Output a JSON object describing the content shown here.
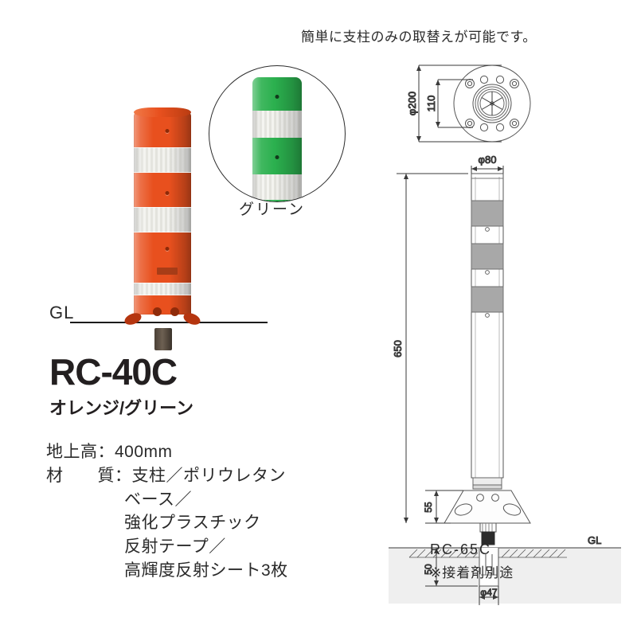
{
  "header": {
    "note": "簡単に支柱のみの取替えが可能です。"
  },
  "photo": {
    "gl_label": "GL",
    "alt": "orange-bollard-photo"
  },
  "inset": {
    "label": "グリーン"
  },
  "product": {
    "code": "RC-40C",
    "colors": "オレンジ/グリーン",
    "spec_lines": [
      "地上高：400mm",
      "材　　質：支柱／ポリウレタン",
      "ベース／",
      "強化プラスチック",
      "反射テープ／",
      "高輝度反射シート3枚"
    ]
  },
  "drawing": {
    "top_view": {
      "diameter_outer": "φ200",
      "diameter_inner": "110"
    },
    "elevation": {
      "post_diameter": "φ80",
      "post_height": "650",
      "base_height": "55",
      "embed_depth": "50",
      "anchor_diameter": "φ47",
      "ground_label": "GL"
    },
    "caption": {
      "model": "RC-65C",
      "note": "※接着剤別途"
    }
  },
  "colors": {
    "orange": "#E8501E",
    "green": "#2BB04E",
    "reflective": "#EFEFEA",
    "line": "#3A3A3A",
    "text": "#231F20",
    "ground_fill": "#EFEFEF"
  }
}
